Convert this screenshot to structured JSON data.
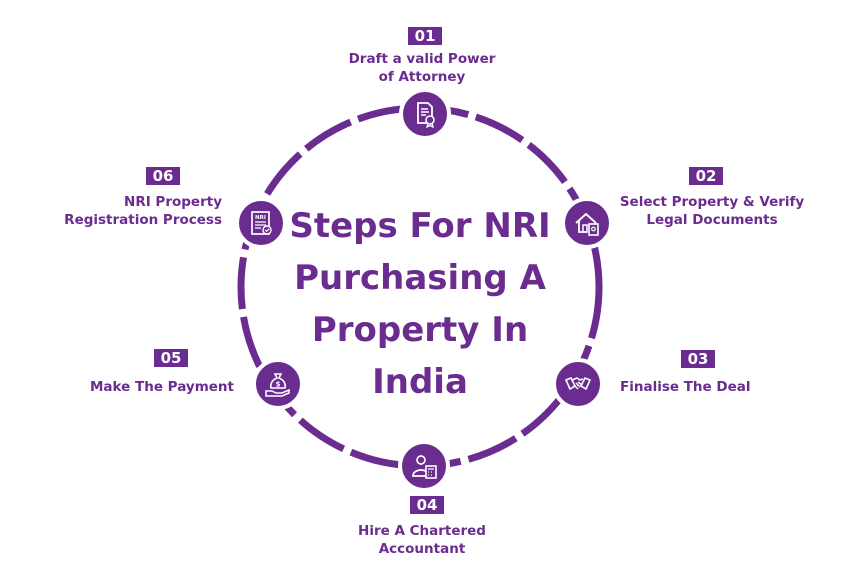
{
  "title": {
    "line1": "Steps For NRI",
    "line2": "Purchasing A",
    "line3": "Property In",
    "line4": "India"
  },
  "steps": [
    {
      "number": "01",
      "line1": "Draft a valid Power",
      "line2": "of Attorney",
      "icon": "document-certificate-icon"
    },
    {
      "number": "02",
      "line1": "Select Property & Verify",
      "line2": "Legal Documents",
      "icon": "house-document-icon"
    },
    {
      "number": "03",
      "line1": "Finalise The Deal",
      "line2": "",
      "icon": "handshake-icon"
    },
    {
      "number": "04",
      "line1": "Hire A Chartered",
      "line2": "Accountant",
      "icon": "accountant-calculator-icon"
    },
    {
      "number": "05",
      "line1": "Make The Payment",
      "line2": "",
      "icon": "money-bag-hand-icon"
    },
    {
      "number": "06",
      "line1": "NRI Property",
      "line2": "Registration Process",
      "icon": "nri-registration-form-icon"
    }
  ],
  "colors": {
    "primary": "#6a2c8f",
    "background": "#ffffff"
  }
}
